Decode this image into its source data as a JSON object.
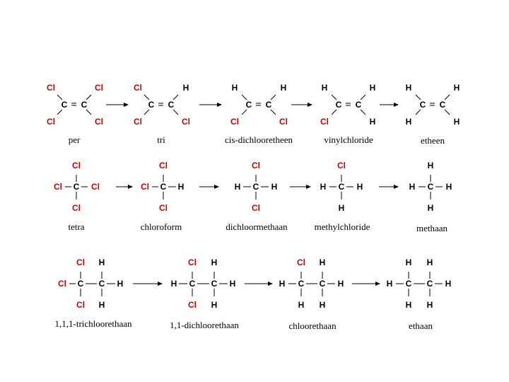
{
  "colors": {
    "chlorine": "#cc0000",
    "other_atoms": "#000000"
  },
  "rows": [
    {
      "molecules": [
        {
          "name": "per",
          "atoms": {
            "c1": "C",
            "c2": "C",
            "s_ul": "Cl",
            "s_ll": "Cl",
            "s_ur": "Cl",
            "s_lr": "Cl"
          }
        },
        {
          "name": "tri",
          "atoms": {
            "c1": "C",
            "c2": "C",
            "s_ul": "Cl",
            "s_ll": "Cl",
            "s_ur": "H",
            "s_lr": "Cl"
          }
        },
        {
          "name": "cis-dichlooretheen",
          "atoms": {
            "c1": "C",
            "c2": "C",
            "s_ul": "H",
            "s_ll": "Cl",
            "s_ur": "H",
            "s_lr": "Cl"
          }
        },
        {
          "name": "vinylchloride",
          "atoms": {
            "c1": "C",
            "c2": "C",
            "s_ul": "H",
            "s_ll": "Cl",
            "s_ur": "H",
            "s_lr": "H"
          }
        },
        {
          "name": "etheen",
          "atoms": {
            "c1": "C",
            "c2": "C",
            "s_ul": "H",
            "s_ll": "H",
            "s_ur": "H",
            "s_lr": "H"
          }
        }
      ]
    },
    {
      "molecules": [
        {
          "name": "tetra",
          "atoms": {
            "c": "C",
            "top": "Cl",
            "bottom": "Cl",
            "left": "Cl",
            "right": "Cl"
          }
        },
        {
          "name": "chloroform",
          "atoms": {
            "c": "C",
            "top": "Cl",
            "bottom": "Cl",
            "left": "Cl",
            "right": "H"
          }
        },
        {
          "name": "dichloormethaan",
          "atoms": {
            "c": "C",
            "top": "Cl",
            "bottom": "Cl",
            "left": "H",
            "right": "H"
          }
        },
        {
          "name": "methylchloride",
          "atoms": {
            "c": "C",
            "top": "Cl",
            "bottom": "H",
            "left": "H",
            "right": "H"
          }
        },
        {
          "name": "methaan",
          "atoms": {
            "c": "C",
            "top": "H",
            "bottom": "H",
            "left": "H",
            "right": "H"
          }
        }
      ]
    },
    {
      "molecules": [
        {
          "name": "1,1,1-trichloorethaan",
          "atoms": {
            "c1": "C",
            "c2": "C",
            "left": "Cl",
            "t1": "Cl",
            "b1": "Cl",
            "t2": "H",
            "b2": "H",
            "right": "H"
          }
        },
        {
          "name": "1,1-dichloorethaan",
          "atoms": {
            "c1": "C",
            "c2": "C",
            "left": "H",
            "t1": "Cl",
            "b1": "Cl",
            "t2": "H",
            "b2": "H",
            "right": "H"
          }
        },
        {
          "name": "chloorethaan",
          "atoms": {
            "c1": "C",
            "c2": "C",
            "left": "H",
            "t1": "Cl",
            "b1": "H",
            "t2": "H",
            "b2": "H",
            "right": "H"
          }
        },
        {
          "name": "ethaan",
          "atoms": {
            "c1": "C",
            "c2": "C",
            "left": "H",
            "t1": "H",
            "b1": "H",
            "t2": "H",
            "b2": "H",
            "right": "H"
          }
        }
      ]
    }
  ]
}
